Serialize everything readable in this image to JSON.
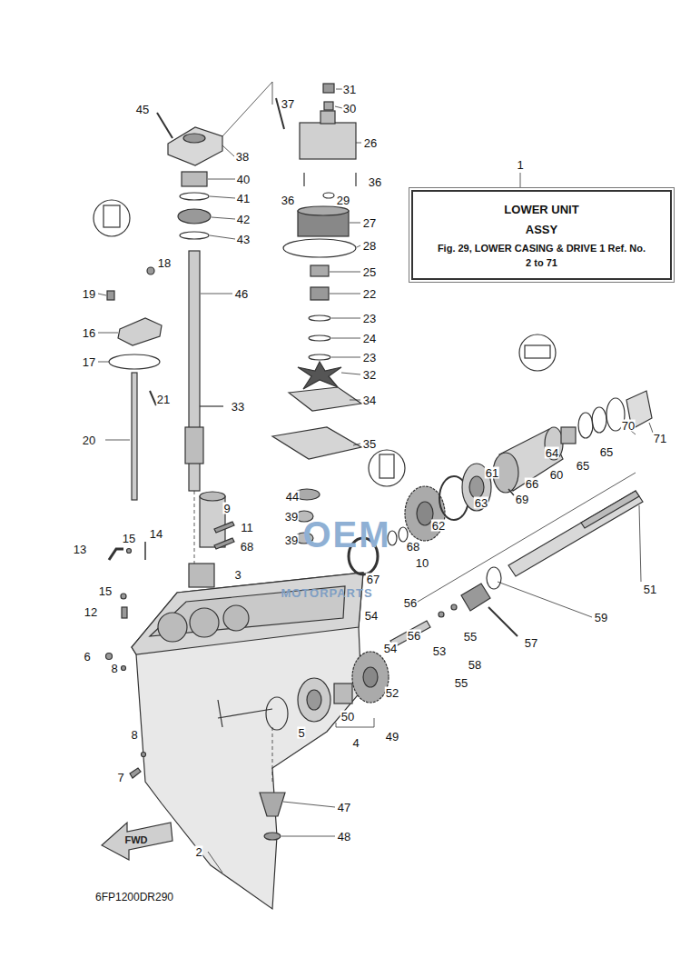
{
  "diagram": {
    "nodes": [
      {
        "text": [
          "LOWER UNIT ASSY",
          "Fig. 29, LOWER CASING & DRIVE 1 Ref. No. 2 to 71"
        ]
      }
    ],
    "labels": [
      "31",
      "30",
      "37",
      "45",
      "26",
      "38",
      "36",
      "36",
      "29",
      "40",
      "41",
      "42",
      "27",
      "43",
      "28",
      "1",
      "18",
      "25",
      "19",
      "46",
      "22",
      "16",
      "23",
      "24",
      "17",
      "23",
      "32",
      "21",
      "33",
      "34",
      "20",
      "35",
      "70",
      "71",
      "65",
      "65",
      "64",
      "60",
      "66",
      "69",
      "61",
      "44",
      "63",
      "9",
      "39",
      "62",
      "11",
      "39",
      "68",
      "10",
      "68",
      "67",
      "13",
      "15",
      "14",
      "3",
      "51",
      "15",
      "56",
      "54",
      "59",
      "12",
      "58",
      "57",
      "54",
      "56",
      "53",
      "55",
      "6",
      "55",
      "8",
      "52",
      "50",
      "5",
      "4",
      "49",
      "8",
      "7",
      "47",
      "48",
      "2",
      "FWD",
      "6FP1200DR290",
      "OEM",
      "MOTORPARTS"
    ]
  }
}
